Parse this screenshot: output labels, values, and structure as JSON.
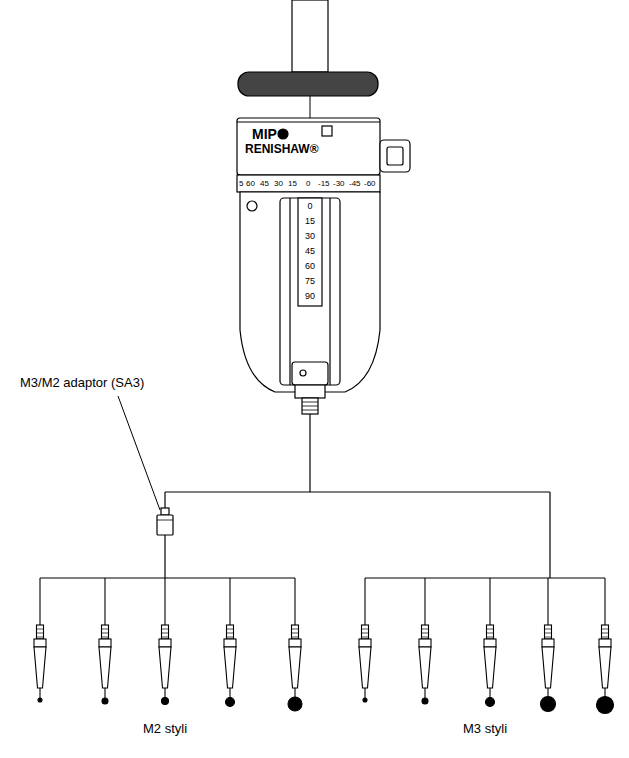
{
  "diagram": {
    "labels": [
      "MIP",
      "RENISHAW®",
      "5",
      "60",
      "45",
      "30",
      "15",
      "0",
      "-15",
      "-30",
      "-45",
      "-60",
      "0",
      "15",
      "30",
      "45",
      "60",
      "75",
      "90",
      "M3/M2 adaptor (SA3)",
      "M2 styli",
      "M3 styli"
    ]
  }
}
